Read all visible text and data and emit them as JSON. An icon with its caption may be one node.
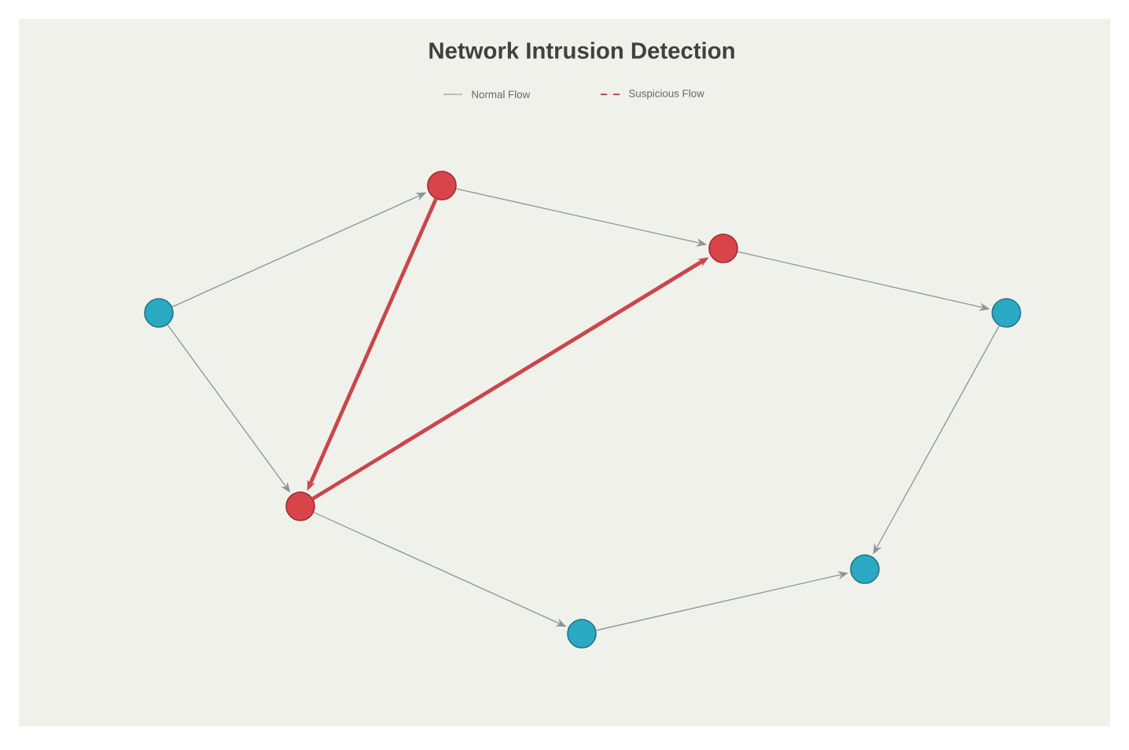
{
  "diagram": {
    "title": "Network Intrusion Detection",
    "nodes": [
      {
        "text": [],
        "shape": "circle"
      },
      {
        "text": [],
        "shape": "circle"
      },
      {
        "text": [],
        "shape": "circle"
      },
      {
        "text": [],
        "shape": "circle"
      },
      {
        "text": [],
        "shape": "circle"
      },
      {
        "text": [],
        "shape": "circle"
      },
      {
        "text": [],
        "shape": "circle"
      }
    ],
    "edges": [
      {
        "from": 0,
        "to": 1,
        "arrow": "to"
      },
      {
        "from": 1,
        "to": 2,
        "arrow": "to"
      },
      {
        "from": 2,
        "to": 3,
        "arrow": "to"
      },
      {
        "from": 0,
        "to": 4,
        "arrow": "to"
      },
      {
        "from": 1,
        "to": 4,
        "arrow": "to",
        "color": "#c9474b",
        "style": "thick"
      },
      {
        "from": 4,
        "to": 2,
        "arrow": "to",
        "color": "#c9474b",
        "style": "thick"
      },
      {
        "from": 4,
        "to": 5,
        "arrow": "to"
      },
      {
        "from": 5,
        "to": 6,
        "arrow": "to"
      },
      {
        "from": 3,
        "to": 6,
        "arrow": "to"
      }
    ],
    "legend": [
      {
        "text": "Normal Flow"
      },
      {
        "text": "Suspicious Flow"
      }
    ]
  }
}
